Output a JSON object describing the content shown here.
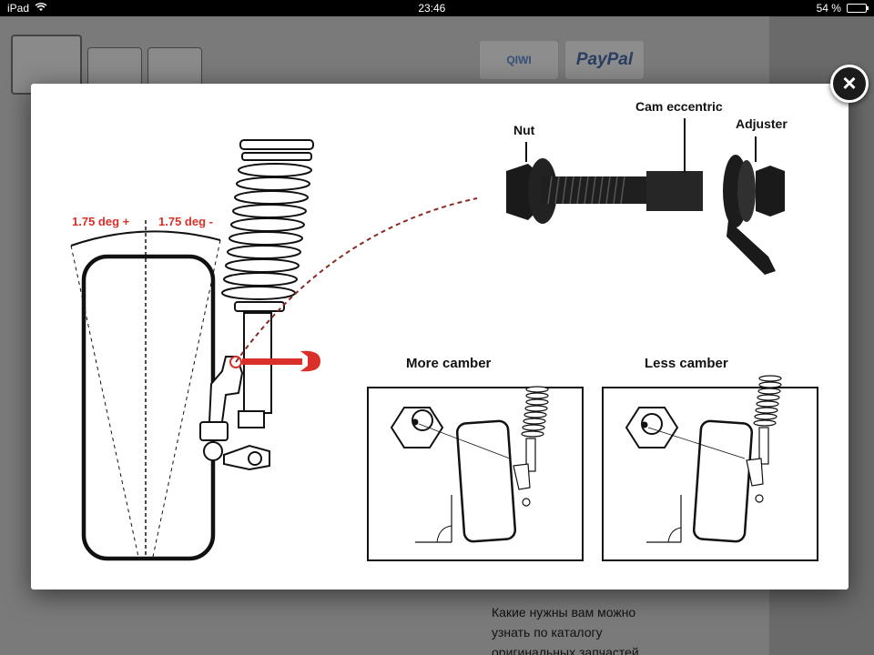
{
  "status_bar": {
    "device": "iPad",
    "time": "23:46",
    "battery": "54 %",
    "battery_level": 0.54
  },
  "background_page": {
    "payment_badges": [
      "QIWI",
      "PayPal"
    ],
    "caption_lines": [
      "Какие нужны вам можно",
      "узнать по каталогу",
      "оригинальных запчастей"
    ]
  },
  "lightbox": {
    "close_label": "×",
    "diagram_labels": {
      "angle_positive": "1.75 deg +",
      "angle_negative": "1.75 deg -",
      "nut": "Nut",
      "cam_eccentric": "Cam eccentric",
      "adjuster": "Adjuster",
      "more_camber": "More camber",
      "less_camber": "Less camber"
    },
    "colors": {
      "accent_red": "#d9302a",
      "line_dark": "#111111"
    }
  }
}
